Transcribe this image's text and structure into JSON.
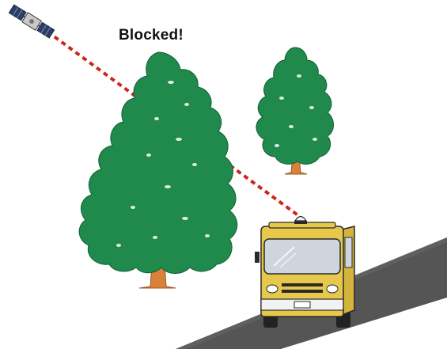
{
  "diagram": {
    "caption": "Blocked!",
    "objects": [
      {
        "id": "satellite",
        "icon": "satellite-icon"
      },
      {
        "id": "signal-path",
        "style": "dashed",
        "color": "#d0241d"
      },
      {
        "id": "large-tree",
        "icon": "tree-icon"
      },
      {
        "id": "small-tree",
        "icon": "tree-icon"
      },
      {
        "id": "vehicle",
        "icon": "bus-icon",
        "antenna": "gps-antenna"
      },
      {
        "id": "road"
      }
    ]
  },
  "colors": {
    "signal": "#d0241d",
    "foliage": "#1f8a4c",
    "foliage_outline": "#0f5f31",
    "trunk": "#d9813a",
    "vehicle_body": "#e6c94a",
    "vehicle_outline": "#2a2a2a",
    "road": "#555555",
    "road_edge": "#ffffff"
  }
}
